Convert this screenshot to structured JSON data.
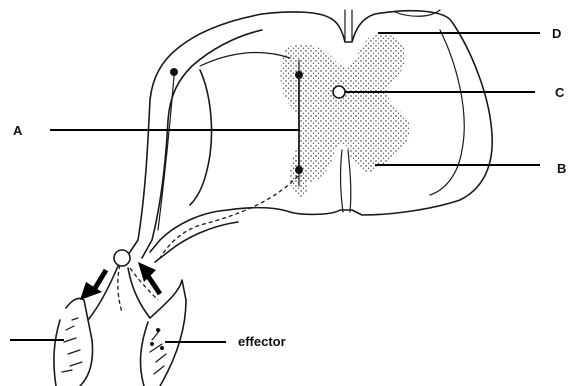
{
  "diagram": {
    "labels": {
      "a": "A",
      "b": "B",
      "c": "C",
      "d": "D",
      "effector": "effector"
    }
  }
}
